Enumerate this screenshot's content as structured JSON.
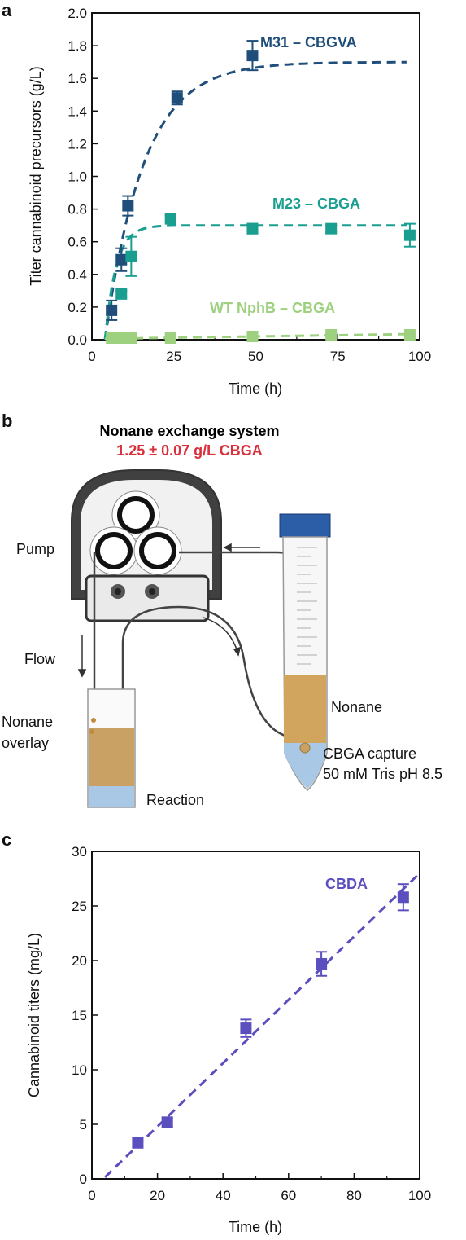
{
  "panels": {
    "a": "a",
    "b": "b",
    "c": "c"
  },
  "chart_data": [
    {
      "type": "scatter",
      "xlabel": "Time (h)",
      "ylabel": "Titer cannabinoid precursors (g/L)",
      "xlim": [
        0,
        100
      ],
      "ylim": [
        0,
        2.0
      ],
      "xticks": [
        "0",
        "25",
        "50",
        "75",
        "100"
      ],
      "yticks": [
        "0.0",
        "0.2",
        "0.4",
        "0.6",
        "0.8",
        "1.0",
        "1.2",
        "1.4",
        "1.6",
        "1.8",
        "2.0"
      ],
      "series": [
        {
          "name": "M31 – CBGVA",
          "color": "#1f4e7a",
          "x": [
            6,
            9,
            11,
            26,
            49
          ],
          "y": [
            0.18,
            0.49,
            0.82,
            1.48,
            1.74
          ],
          "err": [
            0.06,
            0.07,
            0.06,
            0.04,
            0.09
          ],
          "fit": {
            "plateau": 1.7,
            "rate": 0.085
          }
        },
        {
          "name": "M23 – CBGA",
          "color": "#199e8f",
          "x": [
            9,
            12,
            24,
            49,
            73,
            97
          ],
          "y": [
            0.28,
            0.51,
            0.74,
            0.68,
            0.68,
            0.64
          ],
          "err": [
            0.02,
            0.12,
            0.02,
            0.03,
            0.02,
            0.07
          ],
          "fit": {
            "plateau": 0.7,
            "rate": 0.3
          }
        },
        {
          "name": "WT NphB – CBGA",
          "color": "#9dd17f",
          "x": [
            6,
            9,
            12,
            24,
            49,
            73,
            97
          ],
          "y": [
            0.01,
            0.01,
            0.01,
            0.01,
            0.02,
            0.03,
            0.03
          ],
          "err": [
            0.005,
            0.005,
            0.005,
            0.005,
            0.01,
            0.01,
            0.01
          ],
          "fit": {
            "slope": 0.0003,
            "intercept": 0.005
          }
        }
      ],
      "grid": false
    },
    {
      "type": "scatter",
      "xlabel": "Time (h)",
      "ylabel": "Cannabinoid titers (mg/L)",
      "xlim": [
        0,
        100
      ],
      "ylim": [
        0,
        30
      ],
      "xticks": [
        "0",
        "20",
        "40",
        "60",
        "80",
        "100"
      ],
      "yticks": [
        "0",
        "5",
        "10",
        "15",
        "20",
        "25",
        "30"
      ],
      "series": [
        {
          "name": "CBDA",
          "color": "#5b4fbf",
          "x": [
            14,
            23,
            47,
            70,
            95
          ],
          "y": [
            3.3,
            5.2,
            13.8,
            19.7,
            25.8
          ],
          "err": [
            0.4,
            0.4,
            0.8,
            1.1,
            1.2
          ],
          "fit": {
            "slope": 0.29,
            "intercept": -1.0
          }
        }
      ],
      "grid": false
    }
  ],
  "diagram": {
    "title": "Nonane exchange system",
    "subtitle": "1.25 ± 0.07 g/L CBGA",
    "subtitle_color": "#d9303c",
    "pump": "Pump",
    "flow": "Flow",
    "overlay_line1": "Nonane",
    "overlay_line2": "overlay",
    "reaction": "Reaction",
    "nonane": "Nonane",
    "capture_line1": "CBGA capture",
    "capture_line2": "50 mM Tris pH 8.5"
  }
}
